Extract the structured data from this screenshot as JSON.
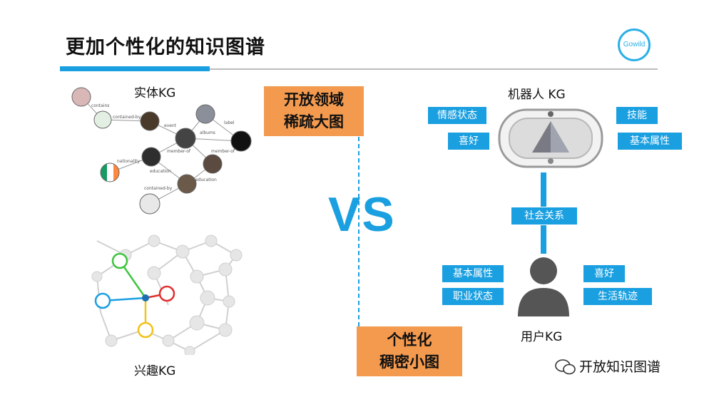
{
  "header": {
    "title": "更加个性化的知识图谱",
    "logo_text": "Gowild"
  },
  "left": {
    "entity_kg_label": "实体KG",
    "interest_kg_label": "兴趣KG",
    "entity_graph_edges": [
      "contains",
      "contained-by",
      "event",
      "albums",
      "label",
      "member-of",
      "member-of",
      "nationality",
      "education",
      "education",
      "contained-by"
    ]
  },
  "center": {
    "open_domain_lines": [
      "开放领域",
      "稀疏大图"
    ],
    "personal_lines": [
      "个性化",
      "稠密小图"
    ],
    "vs": "VS"
  },
  "right": {
    "robot_kg_label": "机器人 KG",
    "robot_tags": [
      "情感状态",
      "喜好",
      "技能",
      "基本属性"
    ],
    "social_relation": "社会关系",
    "user_tags": [
      "基本属性",
      "职业状态",
      "喜好",
      "生活轨迹"
    ],
    "user_kg_label": "用户KG"
  },
  "footer": {
    "wechat_account": "开放知识图谱"
  },
  "colors": {
    "accent_blue": "#1a9fe0",
    "orange": "#f39a4f"
  }
}
